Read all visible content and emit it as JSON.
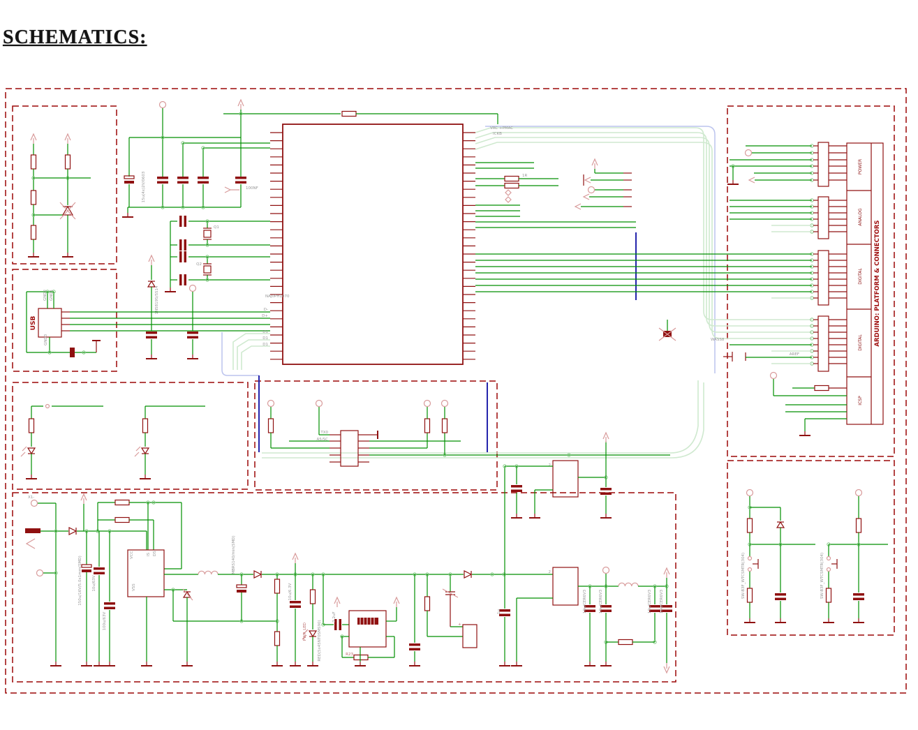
{
  "title": "SCHEMATICS:",
  "panel": {
    "heading": "ARDUINO: PLATFORM & CONNECTORS",
    "sections": [
      {
        "label": "POWER"
      },
      {
        "label": "ANALOG"
      },
      {
        "label": "DIGITAL"
      },
      {
        "label": "DIGITAL"
      },
      {
        "label": "ICSP"
      }
    ],
    "aref": "AREF"
  },
  "nets": {
    "vrc": "VRC +PMAC",
    "icn": "ICKB",
    "r1r": "1R",
    "wass": "WASS8",
    "naj": "NAJ0PH1070",
    "dminus": "D-",
    "dplus": "D+",
    "d1a": "D1",
    "d1b": "D1",
    "d1c": "D1"
  },
  "usb": {
    "label": "USB",
    "gnd1": "GND1",
    "gnd2": "GND2",
    "gnd3": "GND3"
  },
  "oscillator": {
    "q1": "Q1",
    "q2": "Q2",
    "diode": "1N5819S/SS14",
    "cap_bank": "15u(4x)2V/0603",
    "c100nf": "100NF"
  },
  "serial_header": {
    "tx0": "TX0",
    "a5": "A5/SC"
  },
  "power": {
    "x1": "X1-",
    "vcc": "VCC",
    "vss": "VSS",
    "is": "IS",
    "ds": "DS",
    "pin2a": "2",
    "pin2b": "2",
    "plus": "+",
    "c150": "150u/16V/5.0x1mm(SMD)",
    "c10u63": "10u/63V",
    "c100u": "100u/63V",
    "dpart": "MBRS140/min(SMD)",
    "c10u6v3": "10u/6.3V",
    "pwr_led": "PWR_LED",
    "led_part": "RED(5x45NT0SMS90)",
    "c22": "2.2uF",
    "r23": "R23",
    "c1u": "1u",
    "ccer1": "10u/CER6V3",
    "ccer2": "10u/CER6V3",
    "ccer3": "10u/CER6V3",
    "ccer4": "10u/CER6V3"
  },
  "switches": {
    "sw1": "SW-B3F_WTCSMTR(304)",
    "sw2": "SW-B3F_WTCSMTR(304)"
  }
}
